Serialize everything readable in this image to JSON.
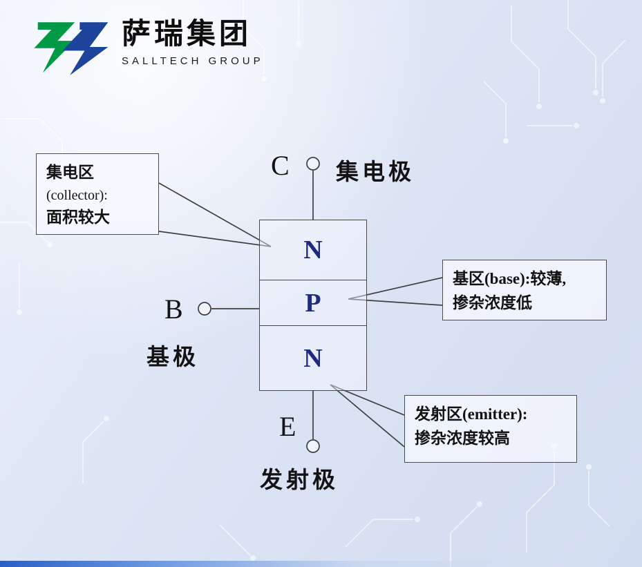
{
  "logo": {
    "company_cn": "萨瑞集团",
    "company_en": "SALLTECH GROUP"
  },
  "transistor": {
    "type_note": "NPN",
    "regions": [
      {
        "label": "N"
      },
      {
        "label": "P"
      },
      {
        "label": "N"
      }
    ]
  },
  "terminals": {
    "collector": {
      "letter": "C",
      "label": "集电极"
    },
    "base": {
      "letter": "B",
      "label": "基极"
    },
    "emitter": {
      "letter": "E",
      "label": "发射极"
    }
  },
  "callouts": {
    "collector": {
      "line1": "集电区",
      "line2": "(collector):",
      "line3": "面积较大"
    },
    "base": {
      "line1": "基区(base):较薄,",
      "line2": "掺杂浓度低"
    },
    "emitter": {
      "line1": "发射区(emitter):",
      "line2": "掺杂浓度较高"
    }
  },
  "colors": {
    "background": "#dde5f5",
    "region_letter": "#1c2b7d",
    "diagram_line": "#3f3f3f",
    "logo_green": "#009a47",
    "logo_blue": "#1d449b",
    "bottom_bar_blue": "#2a5fc4"
  }
}
